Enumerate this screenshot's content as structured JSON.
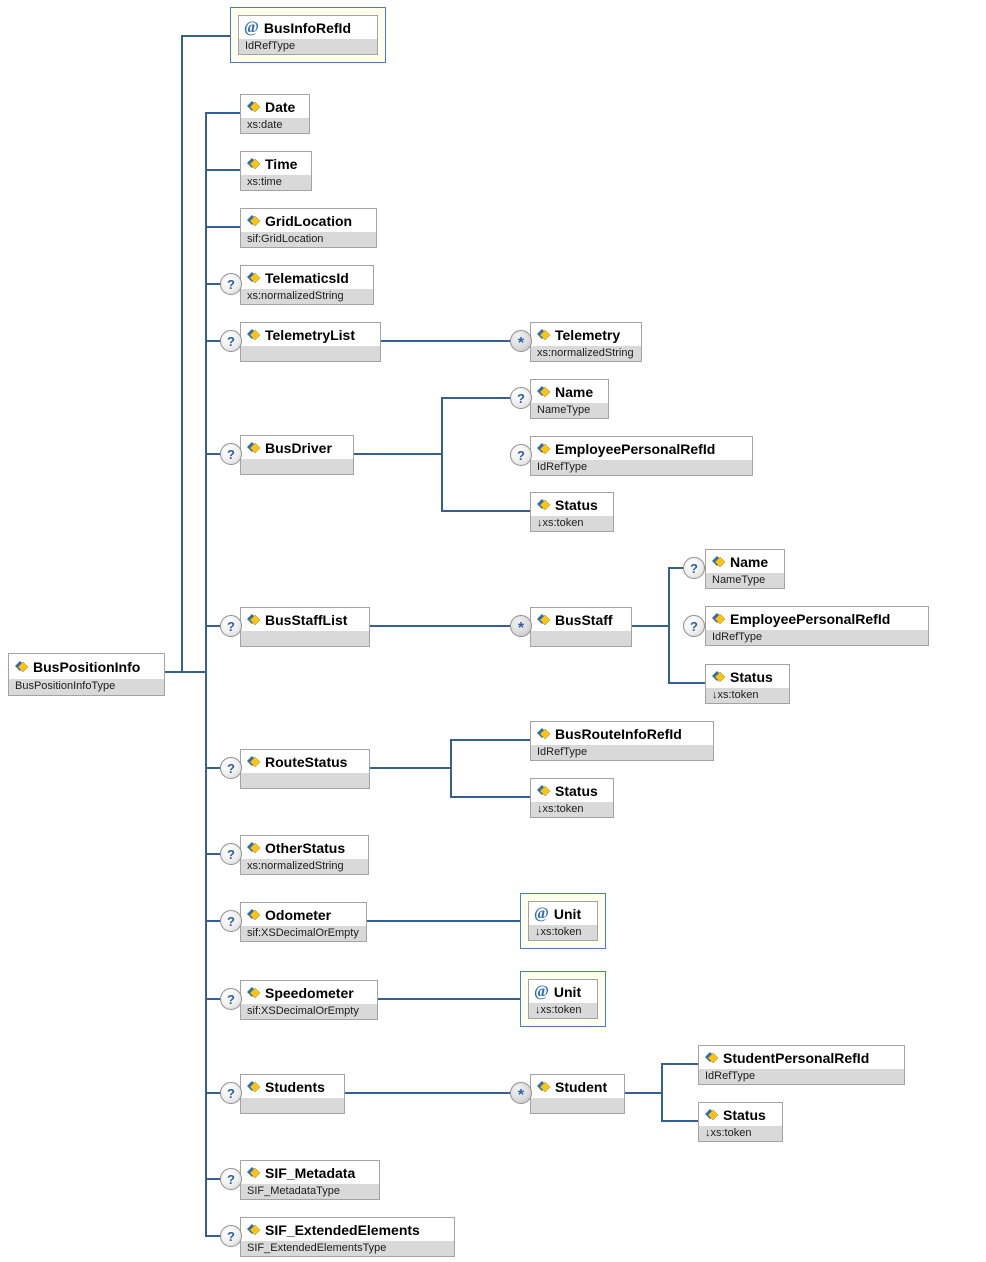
{
  "glyphs": {
    "optional": "?",
    "repeat": "*",
    "attribute": "@"
  },
  "root": {
    "name": "BusPositionInfo",
    "type": "BusPositionInfoType"
  },
  "nodes": {
    "bus_info_ref_id": {
      "name": "BusInfoRefId",
      "type": "IdRefType"
    },
    "date": {
      "name": "Date",
      "type": "xs:date"
    },
    "time": {
      "name": "Time",
      "type": "xs:time"
    },
    "grid_location": {
      "name": "GridLocation",
      "type": "sif:GridLocation"
    },
    "telematics_id": {
      "name": "TelematicsId",
      "type": "xs:normalizedString"
    },
    "telemetry_list": {
      "name": "TelemetryList",
      "type": ""
    },
    "telemetry": {
      "name": "Telemetry",
      "type": "xs:normalizedString"
    },
    "bus_driver": {
      "name": "BusDriver",
      "type": ""
    },
    "bus_driver_name": {
      "name": "Name",
      "type": "NameType"
    },
    "bus_driver_employee_personal_ref_id": {
      "name": "EmployeePersonalRefId",
      "type": "IdRefType"
    },
    "bus_driver_status": {
      "name": "Status",
      "type": "↓xs:token"
    },
    "bus_staff_list": {
      "name": "BusStaffList",
      "type": ""
    },
    "bus_staff": {
      "name": "BusStaff",
      "type": ""
    },
    "bus_staff_name": {
      "name": "Name",
      "type": "NameType"
    },
    "bus_staff_employee_personal_ref_id": {
      "name": "EmployeePersonalRefId",
      "type": "IdRefType"
    },
    "bus_staff_status": {
      "name": "Status",
      "type": "↓xs:token"
    },
    "route_status": {
      "name": "RouteStatus",
      "type": ""
    },
    "bus_route_info_ref_id": {
      "name": "BusRouteInfoRefId",
      "type": "IdRefType"
    },
    "route_status_status": {
      "name": "Status",
      "type": "↓xs:token"
    },
    "other_status": {
      "name": "OtherStatus",
      "type": "xs:normalizedString"
    },
    "odometer": {
      "name": "Odometer",
      "type": "sif:XSDecimalOrEmpty"
    },
    "odometer_unit": {
      "name": "Unit",
      "type": "↓xs:token"
    },
    "speedometer": {
      "name": "Speedometer",
      "type": "sif:XSDecimalOrEmpty"
    },
    "speedometer_unit": {
      "name": "Unit",
      "type": "↓xs:token"
    },
    "students": {
      "name": "Students",
      "type": ""
    },
    "student": {
      "name": "Student",
      "type": ""
    },
    "student_personal_ref_id": {
      "name": "StudentPersonalRefId",
      "type": "IdRefType"
    },
    "student_status": {
      "name": "Status",
      "type": "↓xs:token"
    },
    "sif_metadata": {
      "name": "SIF_Metadata",
      "type": "SIF_MetadataType"
    },
    "sif_extended_elements": {
      "name": "SIF_ExtendedElements",
      "type": "SIF_ExtendedElementsType"
    }
  }
}
